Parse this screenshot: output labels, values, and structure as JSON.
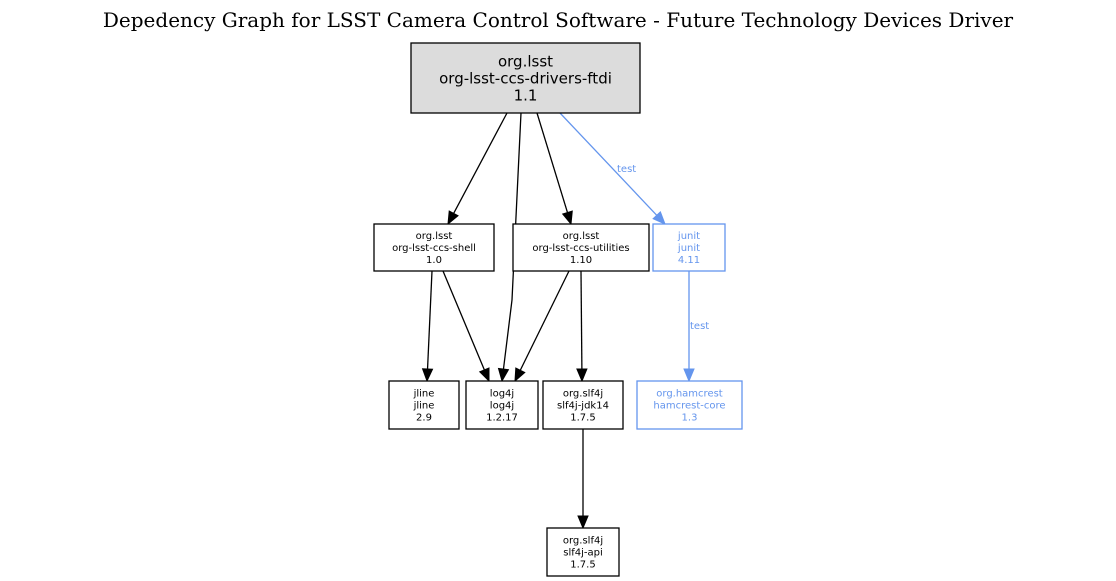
{
  "title": "Depedency Graph for LSST Camera Control Software - Future Technology Devices Driver",
  "colors": {
    "compile": "#000000",
    "test": "#6495ed",
    "root_fill": "#dcdcdc",
    "node_fill": "#ffffff"
  },
  "nodes": [
    {
      "id": "ftdi",
      "group": "org.lsst",
      "artifact": "org-lsst-ccs-drivers-ftdi",
      "version": "1.1",
      "root": true,
      "scope": "compile"
    },
    {
      "id": "shell",
      "group": "org.lsst",
      "artifact": "org-lsst-ccs-shell",
      "version": "1.0",
      "scope": "compile"
    },
    {
      "id": "utilities",
      "group": "org.lsst",
      "artifact": "org-lsst-ccs-utilities",
      "version": "1.10",
      "scope": "compile"
    },
    {
      "id": "junit",
      "group": "junit",
      "artifact": "junit",
      "version": "4.11",
      "scope": "test"
    },
    {
      "id": "jline",
      "group": "jline",
      "artifact": "jline",
      "version": "2.9",
      "scope": "compile"
    },
    {
      "id": "log4j",
      "group": "log4j",
      "artifact": "log4j",
      "version": "1.2.17",
      "scope": "compile"
    },
    {
      "id": "slf4j-jdk14",
      "group": "org.slf4j",
      "artifact": "slf4j-jdk14",
      "version": "1.7.5",
      "scope": "compile"
    },
    {
      "id": "hamcrest",
      "group": "org.hamcrest",
      "artifact": "hamcrest-core",
      "version": "1.3",
      "scope": "test"
    },
    {
      "id": "slf4j-api",
      "group": "org.slf4j",
      "artifact": "slf4j-api",
      "version": "1.7.5",
      "scope": "compile"
    }
  ],
  "edges": [
    {
      "from": "ftdi",
      "to": "shell",
      "scope": "compile",
      "label": ""
    },
    {
      "from": "ftdi",
      "to": "log4j",
      "scope": "compile",
      "label": ""
    },
    {
      "from": "ftdi",
      "to": "utilities",
      "scope": "compile",
      "label": ""
    },
    {
      "from": "ftdi",
      "to": "junit",
      "scope": "test",
      "label": "test"
    },
    {
      "from": "shell",
      "to": "jline",
      "scope": "compile",
      "label": ""
    },
    {
      "from": "shell",
      "to": "log4j",
      "scope": "compile",
      "label": ""
    },
    {
      "from": "utilities",
      "to": "log4j",
      "scope": "compile",
      "label": ""
    },
    {
      "from": "utilities",
      "to": "slf4j-jdk14",
      "scope": "compile",
      "label": ""
    },
    {
      "from": "junit",
      "to": "hamcrest",
      "scope": "test",
      "label": "test"
    },
    {
      "from": "slf4j-jdk14",
      "to": "slf4j-api",
      "scope": "compile",
      "label": ""
    }
  ]
}
